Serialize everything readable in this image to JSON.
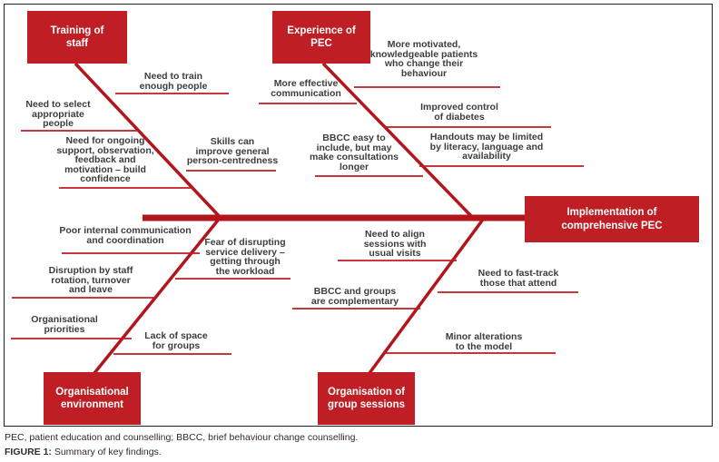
{
  "figure": {
    "footnote": "PEC, patient education and counselling; BBCC, brief behaviour change counselling.",
    "caption_label": "FIGURE 1:",
    "caption_text": " Summary of key findings."
  },
  "colors": {
    "box_red": "#be1e24",
    "line_red": "#b2151b",
    "underline_red": "#bf1b20",
    "label_text": "#3d3d3d",
    "border": "#231f20"
  },
  "diagram": {
    "type": "fishbone",
    "effect": {
      "label": "Implementation of\ncomprehensive PEC"
    },
    "categories": [
      {
        "id": "training-of-staff",
        "label": "Training of\nstaff"
      },
      {
        "id": "experience-of-pec",
        "label": "Experience of\nPEC"
      },
      {
        "id": "organisational-environment",
        "label": "Organisational\nenvironment"
      },
      {
        "id": "organisation-of-group-sessions",
        "label": "Organisation of\ngroup sessions"
      }
    ],
    "causes": [
      {
        "category": "training-of-staff",
        "text": "Need to train\nenough people"
      },
      {
        "category": "training-of-staff",
        "text": "Need to select\nappropriate\npeople"
      },
      {
        "category": "training-of-staff",
        "text": "Need for ongoing\nsupport, observation,\nfeedback and\nmotivation – build\nconfidence"
      },
      {
        "category": "training-of-staff",
        "text": "Skills can\nimprove general\nperson-centredness"
      },
      {
        "category": "experience-of-pec",
        "text": "More effective\ncommunication"
      },
      {
        "category": "experience-of-pec",
        "text": "More motivated,\nknowledgeable patients\nwho change their\nbehaviour"
      },
      {
        "category": "experience-of-pec",
        "text": "Improved control\nof diabetes"
      },
      {
        "category": "experience-of-pec",
        "text": "BBCC easy to\ninclude, but may\nmake consultations\nlonger"
      },
      {
        "category": "experience-of-pec",
        "text": "Handouts may be limited\nby literacy, language and\navailability"
      },
      {
        "category": "organisational-environment",
        "text": "Poor internal communication\nand coordination"
      },
      {
        "category": "organisational-environment",
        "text": "Fear of disrupting\nservice delivery –\ngetting through\nthe workload"
      },
      {
        "category": "organisational-environment",
        "text": "Disruption by staff\nrotation, turnover\nand leave"
      },
      {
        "category": "organisational-environment",
        "text": "Organisational\npriorities"
      },
      {
        "category": "organisational-environment",
        "text": "Lack of space\nfor groups"
      },
      {
        "category": "organisation-of-group-sessions",
        "text": "Need to align\nsessions with\nusual visits"
      },
      {
        "category": "organisation-of-group-sessions",
        "text": "BBCC and groups\nare complementary"
      },
      {
        "category": "organisation-of-group-sessions",
        "text": "Need to fast-track\nthose that attend"
      },
      {
        "category": "organisation-of-group-sessions",
        "text": "Minor alterations\nto the model"
      }
    ]
  }
}
